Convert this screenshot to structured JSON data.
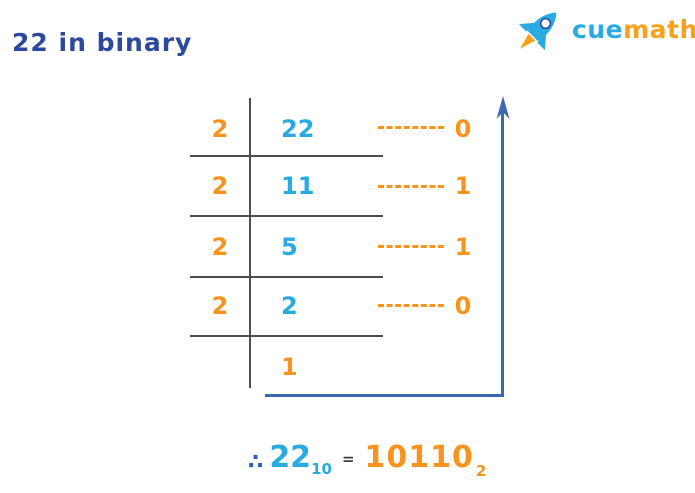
{
  "page": {
    "title": "22 in binary"
  },
  "logo": {
    "brand_cue": "cue",
    "brand_math": "math",
    "rocket_icon": "rocket-icon"
  },
  "division_table": {
    "method": "repeated-division-by-2",
    "rows": [
      {
        "divisor": "2",
        "quotient": "22",
        "remainder": "0"
      },
      {
        "divisor": "2",
        "quotient": "11",
        "remainder": "1"
      },
      {
        "divisor": "2",
        "quotient": "5",
        "remainder": "1"
      },
      {
        "divisor": "2",
        "quotient": "2",
        "remainder": "0"
      }
    ],
    "final_quotient": "1",
    "read_direction": "bottom-to-top-arrow"
  },
  "result": {
    "therefore_symbol": "∴",
    "decimal_value": "22",
    "decimal_base": "10",
    "equals_sign": "=",
    "binary_value": "10110",
    "binary_base": "2"
  },
  "colors": {
    "title_navy": "#2B4A9E",
    "accent_orange": "#F7941E",
    "accent_light_blue": "#29ABE2",
    "logo_math_orange": "#F9A01C",
    "arrow_blue": "#3A68B2",
    "therefore_blue": "#2D5BBF",
    "table_line_gray": "#4D4D4D",
    "equals_gray": "#404040",
    "background": "#FFFFFF"
  }
}
